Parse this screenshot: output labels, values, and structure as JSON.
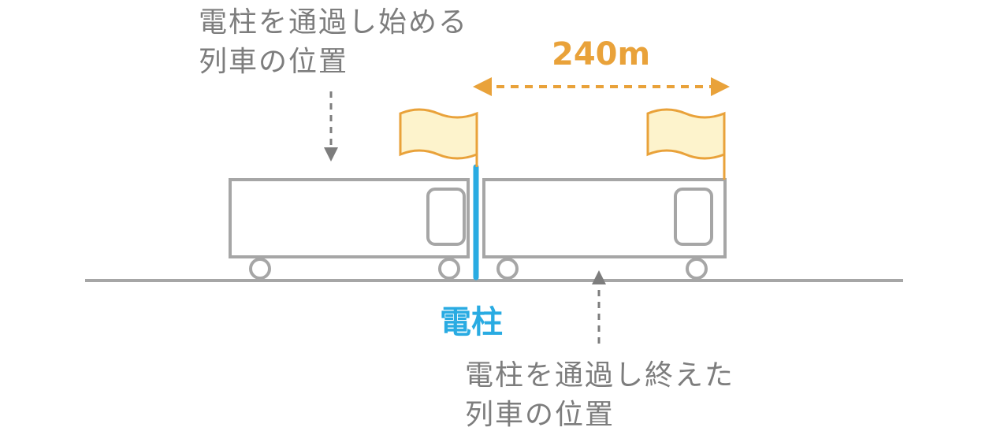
{
  "labels": {
    "start_line1": "電柱を通過し始める",
    "start_line2": "列車の位置",
    "end_line1": "電柱を通過し終えた",
    "end_line2": "列車の位置",
    "distance": "240m",
    "pole": "電柱"
  },
  "colors": {
    "train_outline": "#a6a6a6",
    "ground": "#a6a6a6",
    "pole": "#29abe2",
    "distance_accent": "#e9a23a",
    "flag_fill": "#fdf3cc",
    "text_gray": "#7d7d7d"
  }
}
